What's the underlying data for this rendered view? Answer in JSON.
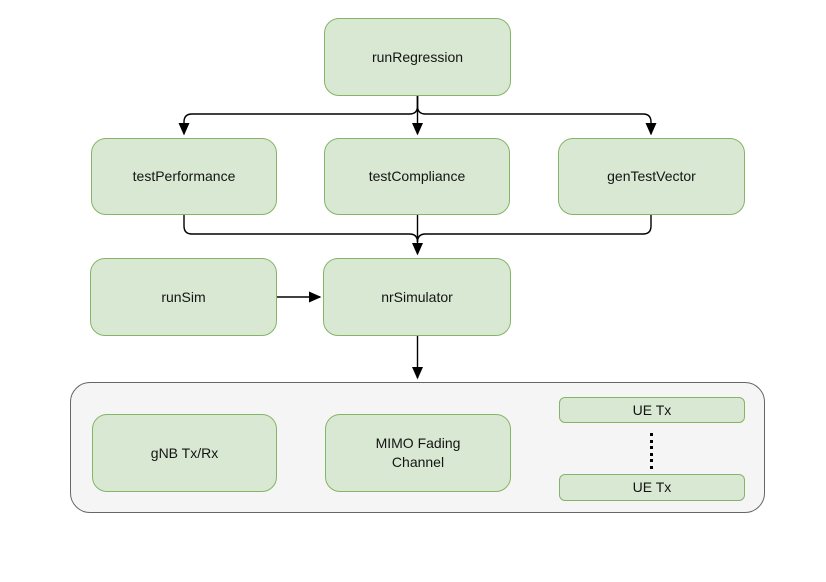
{
  "diagram": {
    "background": "#ffffff",
    "colors": {
      "node_fill": "#d9e8d2",
      "node_border": "#84b567",
      "group_fill": "#f5f5f5",
      "group_border": "#666666",
      "edge": "#000000",
      "text": "#141414"
    },
    "nodes": {
      "runRegression": {
        "label": "runRegression"
      },
      "testPerformance": {
        "label": "testPerformance"
      },
      "testCompliance": {
        "label": "testCompliance"
      },
      "genTestVector": {
        "label": "genTestVector"
      },
      "runSim": {
        "label": "runSim"
      },
      "nrSimulator": {
        "label": "nrSimulator"
      },
      "gnbTxRx": {
        "label": "gNB Tx/Rx"
      },
      "mimoFadingChannel": {
        "label": "MIMO Fading\nChannel"
      },
      "ueTxTop": {
        "label": "UE Tx"
      },
      "ueTxBottom": {
        "label": "UE Tx"
      }
    }
  }
}
